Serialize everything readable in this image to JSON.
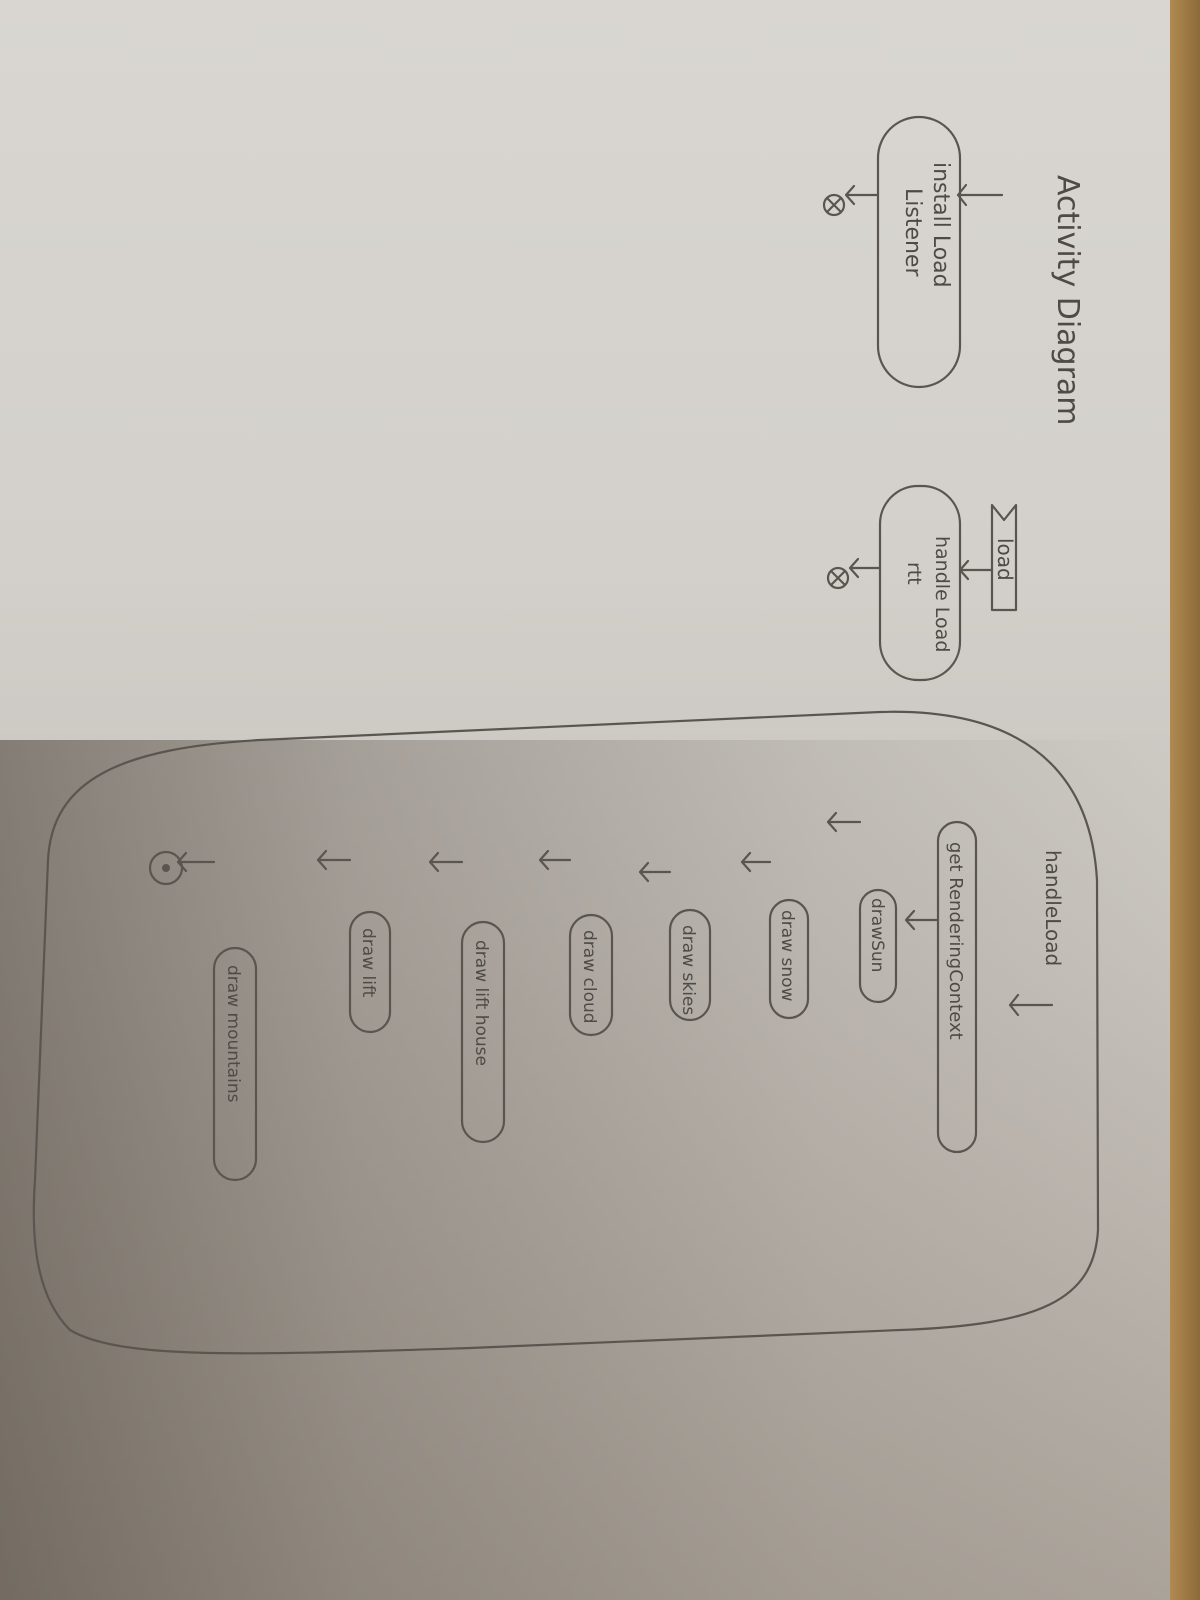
{
  "title": "Activity Diagram",
  "install": {
    "label_line1": "install Load",
    "label_line2": "Listener"
  },
  "signal": {
    "label": "load"
  },
  "handle": {
    "label_line1": "handle Load",
    "label_line2": "rtt"
  },
  "region": {
    "label": "handleLoad"
  },
  "steps": [
    "get RenderingContext",
    "drawSun",
    "draw snow",
    "draw skies",
    "draw cloud",
    "draw lift house",
    "draw lift",
    "draw mountains"
  ],
  "colors": {
    "ink": "#5a554f",
    "paper": "#d6d3ce",
    "desk": "#9c7844"
  }
}
